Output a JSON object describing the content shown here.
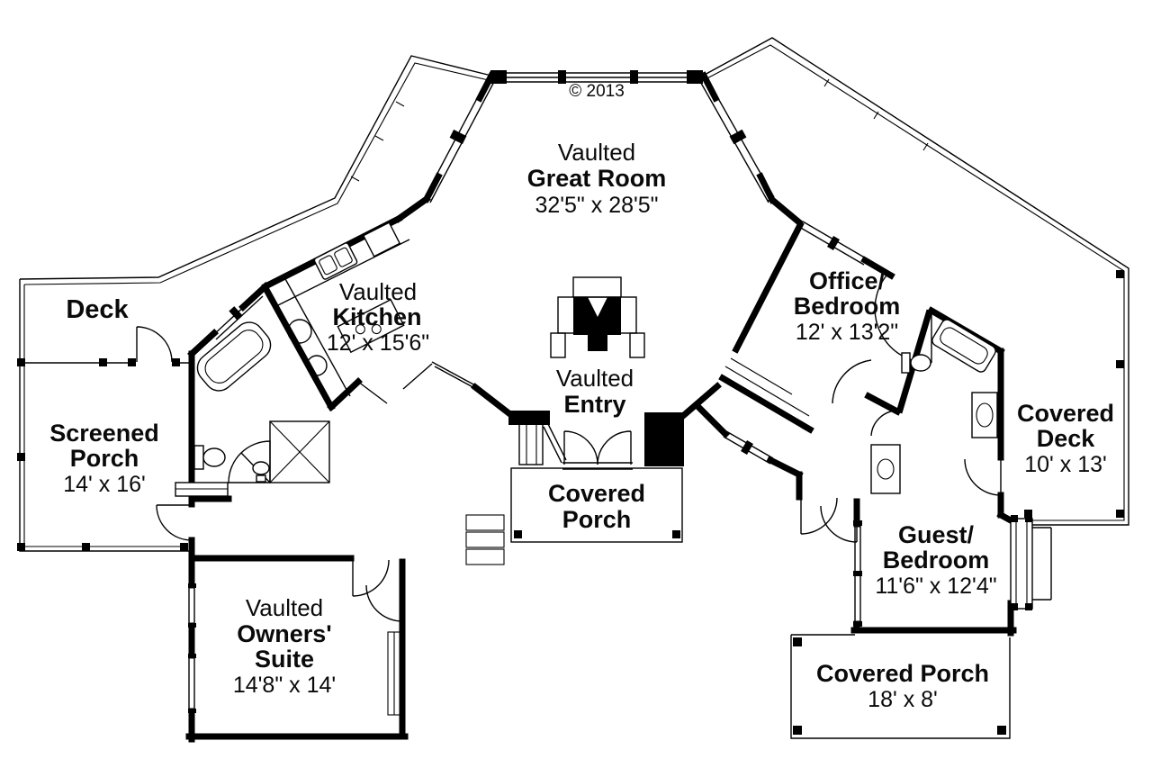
{
  "colors": {
    "ink": "#000000",
    "paper": "#ffffff"
  },
  "copyright": "© 2013",
  "rooms": {
    "great_room": {
      "prefix": "Vaulted",
      "name": "Great Room",
      "dims": "32'5\" x 28'5\""
    },
    "kitchen": {
      "prefix": "Vaulted",
      "name": "Kitchen",
      "dims": "12' x 15'6\""
    },
    "office_bedroom": {
      "name_line1": "Office/",
      "name_line2": "Bedroom",
      "dims": "12' x 13'2\""
    },
    "entry": {
      "prefix": "Vaulted",
      "name": "Entry"
    },
    "owners_suite": {
      "prefix": "Vaulted",
      "name_line1": "Owners'",
      "name_line2": "Suite",
      "dims": "14'8\" x 14'"
    },
    "guest_bedroom": {
      "name_line1": "Guest/",
      "name_line2": "Bedroom",
      "dims": "11'6\" x 12'4\""
    },
    "deck": {
      "name": "Deck"
    },
    "screened_porch": {
      "name_line1": "Screened",
      "name_line2": "Porch",
      "dims": "14' x 16'"
    },
    "covered_porch_front": {
      "name_line1": "Covered",
      "name_line2": "Porch"
    },
    "covered_deck": {
      "name_line1": "Covered",
      "name_line2": "Deck",
      "dims": "10' x 13'"
    },
    "covered_porch_rear": {
      "name": "Covered Porch",
      "dims": "18' x 8'"
    }
  },
  "fixtures": [
    "fireplace",
    "kitchen-sink",
    "cooktop",
    "kitchen-island",
    "bathtub",
    "corner-shower",
    "toilet",
    "vanity-sink",
    "closet-shelves",
    "double-entry-doors",
    "door-swing",
    "window-bay",
    "porch-post"
  ]
}
